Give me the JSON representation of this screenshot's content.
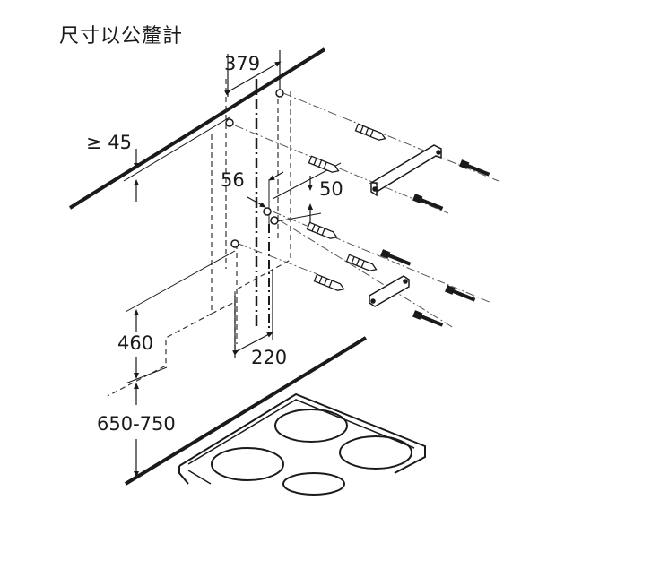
{
  "diagram": {
    "title": "尺寸以公釐計",
    "dimensions": {
      "top_width": "379",
      "wall_offset": "≥ 45",
      "hole_offset_left": "56",
      "hole_offset_right": "50",
      "bracket_height": "460",
      "bracket_width": "220",
      "cooktop_clearance": "650-750"
    }
  }
}
